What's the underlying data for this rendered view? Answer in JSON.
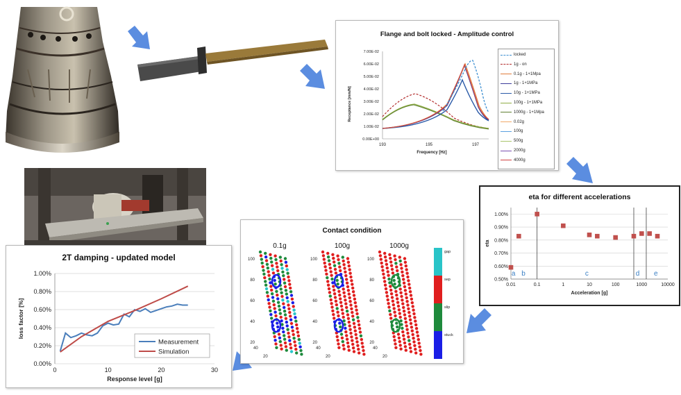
{
  "colors": {
    "arrow": "#5b8de0",
    "measurement": "#4a7ebb",
    "simulation": "#be4b48",
    "eta_marker": "#c0504d",
    "gap": "#29c4c8",
    "sep": "#e01e1e",
    "slip": "#1e8a3c",
    "stuck": "#1a1ee6"
  },
  "flange_chart": {
    "title": "Flange and bolt locked - Amplitude control",
    "xlabel": "Frequency [Hz]",
    "ylabel": "Receptance [mm/N]",
    "xticks": [
      "193",
      "195",
      "197"
    ],
    "yticks": [
      "0.00E+00",
      "1.00E-02",
      "2.00E-02",
      "3.00E-02",
      "4.00E-02",
      "5.00E-02",
      "6.00E-02",
      "7.00E-02"
    ],
    "legend": [
      {
        "label": "locked",
        "color": "#3d8fd1",
        "dash": true
      },
      {
        "label": "1g - on",
        "color": "#b22a2a",
        "dash": true
      },
      {
        "label": "0.1g - 1+1Mpa",
        "color": "#e07b39"
      },
      {
        "label": "1g - 1+1MPa",
        "color": "#3c3c9a"
      },
      {
        "label": "10g - 1+1MPa",
        "color": "#2a5aa8"
      },
      {
        "label": "100g - 1+1MPa",
        "color": "#8fae45"
      },
      {
        "label": "1000g - 1+1Mpa",
        "color": "#5f7f2f"
      },
      {
        "label": "0.02g",
        "color": "#f0a868"
      },
      {
        "label": "100g",
        "color": "#5aa0e0"
      },
      {
        "label": "500g",
        "color": "#a9c46b"
      },
      {
        "label": "2000g",
        "color": "#7a4fb0"
      },
      {
        "label": "4000g",
        "color": "#d04040"
      }
    ]
  },
  "chart_data": [
    {
      "type": "scatter",
      "title": "eta for different accelerations",
      "xlabel": "Acceleration [g]",
      "ylabel": "eta",
      "xscale": "log",
      "xlim": [
        0.01,
        10000
      ],
      "ylim": [
        0.005,
        0.0105
      ],
      "xticks": [
        "0.01",
        "0.1",
        "1",
        "10",
        "100",
        "1000",
        "10000"
      ],
      "yticks": [
        "0.50%",
        "0.60%",
        "0.70%",
        "0.80%",
        "0.90%",
        "1.00%"
      ],
      "x": [
        0.01,
        0.02,
        0.1,
        1,
        10,
        20,
        100,
        500,
        1000,
        2000,
        4000
      ],
      "y": [
        0.0059,
        0.0083,
        0.01,
        0.0091,
        0.0084,
        0.0083,
        0.0082,
        0.0083,
        0.0085,
        0.0085,
        0.0083
      ],
      "region_labels": [
        "a",
        "b",
        "c",
        "d",
        "e"
      ],
      "region_bounds": [
        0.1,
        500,
        1500
      ]
    },
    {
      "type": "line",
      "title": "2T damping - updated model",
      "xlabel": "Response level [g]",
      "ylabel": "loss factor [%]",
      "xlim": [
        0,
        30
      ],
      "ylim": [
        0,
        1.0
      ],
      "xticks": [
        "0",
        "10",
        "20",
        "30"
      ],
      "yticks": [
        "0.00%",
        "0.20%",
        "0.40%",
        "0.60%",
        "0.80%",
        "1.00%"
      ],
      "series": [
        {
          "name": "Measurement",
          "x": [
            1,
            2,
            3,
            4,
            5,
            6,
            7,
            8,
            9,
            10,
            11,
            12,
            13,
            14,
            15,
            16,
            17,
            18,
            19,
            20,
            21,
            22,
            23,
            24,
            25
          ],
          "y": [
            0.14,
            0.34,
            0.29,
            0.31,
            0.34,
            0.32,
            0.31,
            0.34,
            0.42,
            0.45,
            0.43,
            0.44,
            0.55,
            0.52,
            0.6,
            0.58,
            0.61,
            0.57,
            0.59,
            0.61,
            0.63,
            0.64,
            0.66,
            0.65,
            0.65
          ]
        },
        {
          "name": "Simulation",
          "x": [
            1,
            5,
            10,
            15,
            20,
            25
          ],
          "y": [
            0.13,
            0.3,
            0.47,
            0.59,
            0.72,
            0.86
          ]
        }
      ]
    }
  ],
  "contact": {
    "title": "Contact condition",
    "panels": [
      "0.1g",
      "100g",
      "1000g"
    ],
    "yticks": [
      "100",
      "80",
      "60",
      "40",
      "20"
    ],
    "bottom_ticks": [
      "40",
      "20"
    ],
    "legend": [
      "gap",
      "sep",
      "slip",
      "stuck"
    ]
  }
}
